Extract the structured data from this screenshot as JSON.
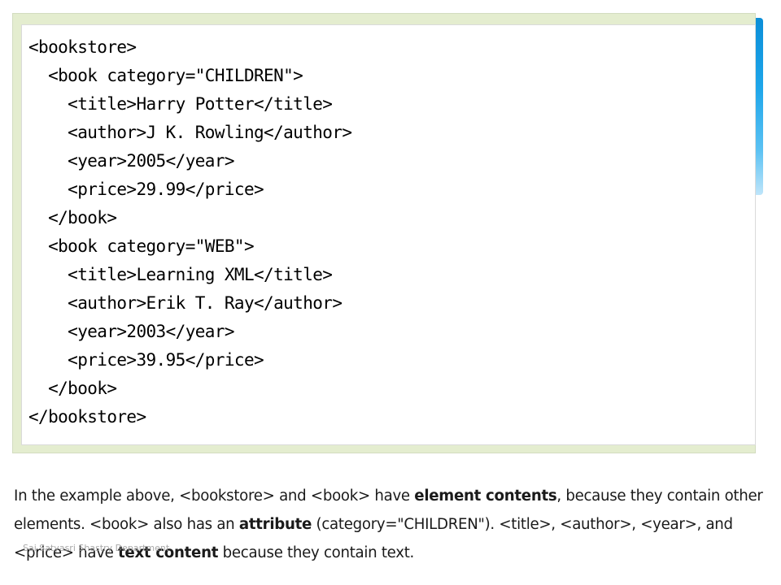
{
  "code_lines": [
    "<bookstore>",
    "  <book category=\"CHILDREN\">",
    "    <title>Harry Potter</title>",
    "    <author>J K. Rowling</author>",
    "    <year>2005</year>",
    "    <price>29.99</price>",
    "  </book>",
    "  <book category=\"WEB\">",
    "    <title>Learning XML</title>",
    "    <author>Erik T. Ray</author>",
    "    <year>2003</year>",
    "    <price>39.95</price>",
    "  </book>",
    "</bookstore>"
  ],
  "description": {
    "p1": "In the example above, <bookstore> and <book> have ",
    "b1": "element contents",
    "p2": ", because they contain other elements. <book> also has an ",
    "b2": "attribute",
    "p3": " (category=\"CHILDREN\"). <title>, <author>, <year>, and <price> have ",
    "b3": "text content",
    "p4": " because they contain text."
  },
  "footer_text": "Sai Satyasri Shastry Department"
}
